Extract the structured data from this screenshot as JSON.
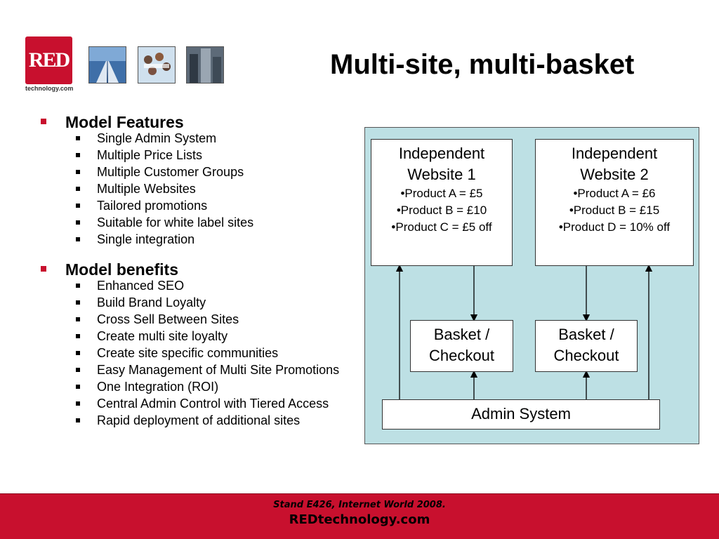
{
  "header": {
    "logo_text": "RED",
    "logo_subtext": "technology.com",
    "title": "Multi-site, multi-basket"
  },
  "sections": [
    {
      "title": "Model Features",
      "items": [
        "Single Admin System",
        "Multiple Price Lists",
        "Multiple Customer Groups",
        "Multiple Websites",
        "Tailored promotions",
        "Suitable for white label sites",
        "Single integration"
      ]
    },
    {
      "title": "Model benefits",
      "items": [
        "Enhanced SEO",
        "Build Brand Loyalty",
        "Cross Sell Between Sites",
        "Create multi site loyalty",
        "Create site specific communities",
        "Easy Management of Multi Site Promotions",
        "One Integration (ROI)",
        "Central Admin Control with Tiered Access",
        "Rapid deployment of additional sites"
      ]
    }
  ],
  "diagram": {
    "website1": {
      "title_line1": "Independent",
      "title_line2": "Website 1",
      "products": [
        "•Product A = £5",
        "•Product B = £10",
        "•Product C = £5 off"
      ]
    },
    "website2": {
      "title_line1": "Independent",
      "title_line2": "Website 2",
      "products": [
        "•Product A = £6",
        "•Product B = £15",
        "•Product D = 10% off"
      ]
    },
    "basket1": {
      "line1": "Basket /",
      "line2": "Checkout"
    },
    "basket2": {
      "line1": "Basket /",
      "line2": "Checkout"
    },
    "admin": "Admin System"
  },
  "footer": {
    "line1": "Stand E426, Internet World 2008.",
    "line2": "REDtechnology.com"
  },
  "colors": {
    "brand_red": "#c8102e",
    "diagram_bg": "#bde0e4"
  }
}
